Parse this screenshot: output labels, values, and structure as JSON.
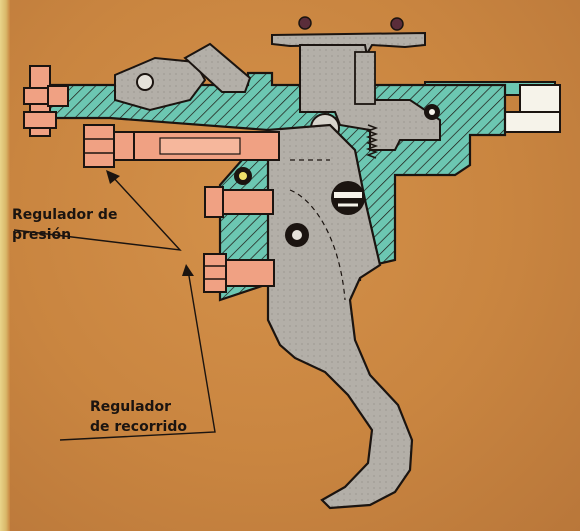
{
  "labels": {
    "pressure_line1": "Regulador de",
    "pressure_line2": "presión",
    "travel_line1": "Regulador",
    "travel_line2": "de recorrido"
  },
  "colors": {
    "background": "#c9843f",
    "housing_teal": "#6cc7b2",
    "screw_salmon": "#f0a183",
    "part_gray": "#b3afa8",
    "outline": "#1b1410",
    "white_tab": "#f6f3ea"
  }
}
